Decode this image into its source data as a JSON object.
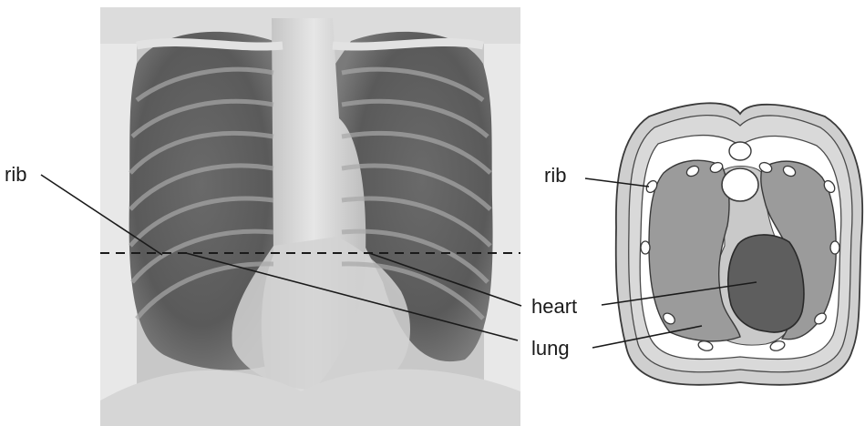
{
  "labels": {
    "xray_rib": "rib",
    "cross_rib": "rib",
    "heart": "heart",
    "lung": "lung"
  }
}
